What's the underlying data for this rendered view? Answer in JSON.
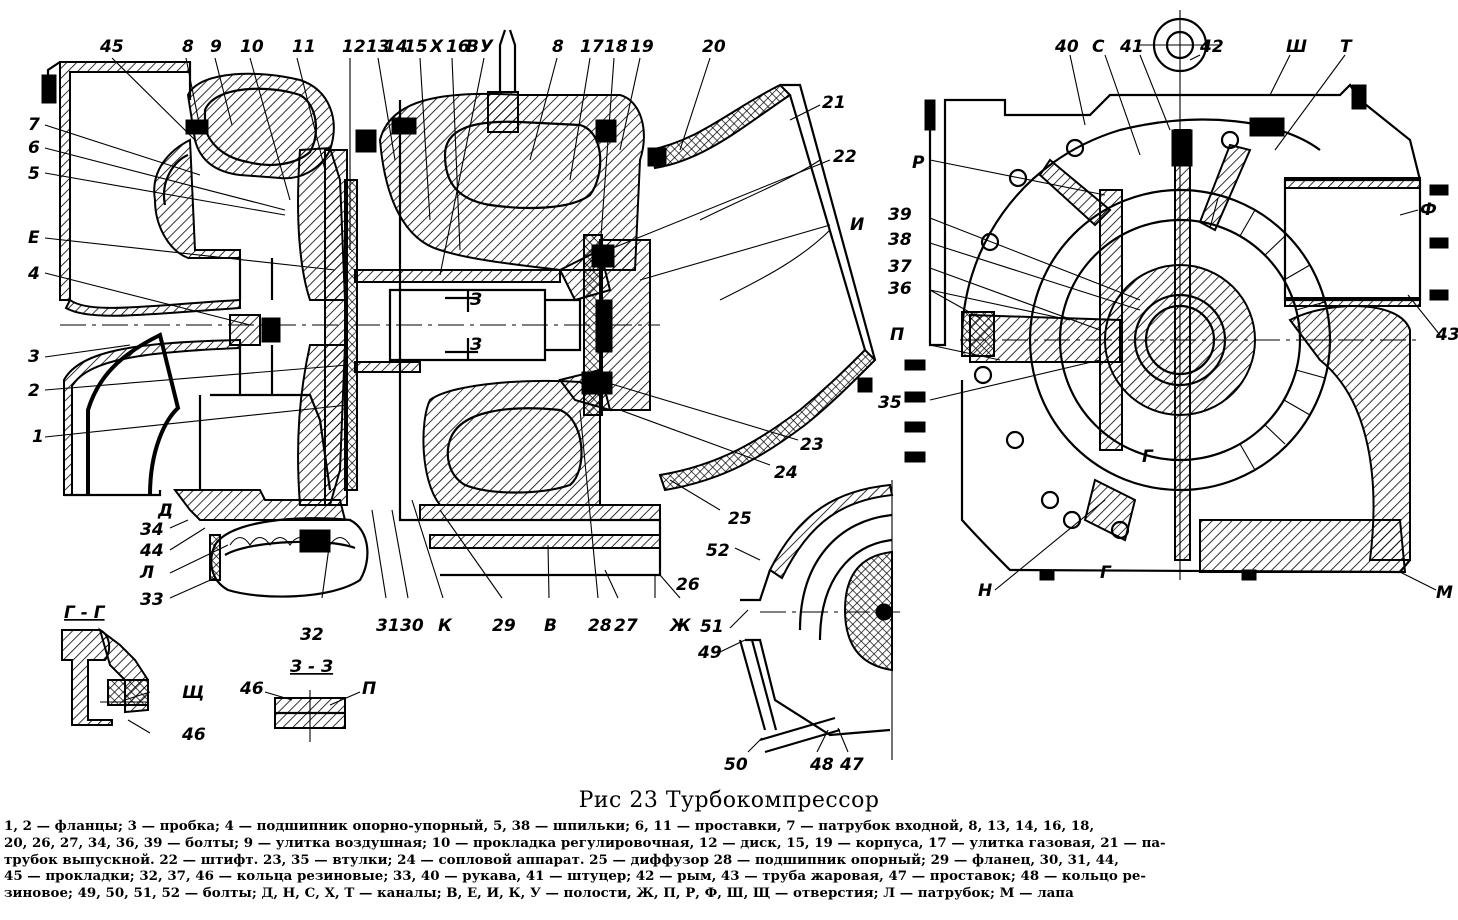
{
  "figure": {
    "title": "Рис 23 Турбокомпрессор",
    "legend_text": "1, 2 — фланцы; 3 — пробка; 4 — подшипник опорно-упорный, 5, 38 — шпильки; 6, 11 — проставки, 7 — патрубок входной, 8, 13, 14, 16, 18, 20, 26, 27, 34, 36, 39 — болты; 9 — улитка воздушная; 10 — прокладка регулировочная, 12 — диск, 15, 19 — корпуса, 17 — улитка газовая, 21 — патрубок выпускной, 22 — штифт, 23, 35 — втулки; 24 — сопловой аппарат. 25 — диффузор 28 — подшипник опорный; 29 — фланец, 30, 31, 44, 45 — прокладки; 32, 37, 46 — кольца резиновые; 33, 40 — рукава, 41 — штуцер; 42 — рым, 43 — труба жаровая, 47 — проставок; 48 — кольцо резиновое; 49, 50, 51, 52 — болты; Д, Н, С, Х, Т — каналы; В, Е, И, К, У — полости, Ж, П, Р, Ф, Ш, Щ — отверстия; Л — патрубок; М — лапа",
    "legend_lines": [
      "1, 2 — фланцы;  3 — пробка;  4 — подшипник  опорно-упорный,  5, 38 — шпильки;  6, 11 — проставки,  7 — патрубок  входной,  8, 13, 14, 16, 18,",
      "20, 26, 27, 34, 36, 39 — болты;  9 — улитка воздушная; 10 — прокладка регулировочная,  12 — диск,  15, 19 — корпуса,  17 — улитка газовая,  21 — па-",
      "трубок выпускной.  22 — штифт.  23, 35 — втулки;  24 — сопловой  аппарат.  25 — диффузор 28 — подшипник  опорный;  29 — фланец,  30, 31, 44,",
      "45 — прокладки;  32, 37, 46 — кольца резиновые;  33, 40 — рукава,  41 — штуцер;  42 — рым,  43 — труба жаровая,  47 — проставок;  48 — кольцо ре-",
      "зиновое;  49, 50, 51, 52 — болты;  Д, Н, С, Х, Т — каналы;  В, Е, И, К, У — полости,  Ж, П, Р, Ф, Ш, Щ — отверстия;  Л — патрубок;  М — лапа"
    ]
  },
  "callouts": {
    "main_view_top": [
      "45",
      "8",
      "9",
      "10",
      "11",
      "12",
      "13",
      "14",
      "15",
      "Х",
      "16",
      "В",
      "У",
      "8",
      "17",
      "18",
      "19",
      "20",
      "21"
    ],
    "main_view_left": [
      "7",
      "6",
      "5",
      "Е",
      "4",
      "3",
      "2",
      "1",
      "Д",
      "34",
      "44",
      "Л",
      "33"
    ],
    "main_view_bottom": [
      "32",
      "31",
      "30",
      "К",
      "29",
      "В",
      "28",
      "27",
      "Ж",
      "26",
      "25",
      "24",
      "23",
      "22",
      "И"
    ],
    "main_view_inner": [
      "З",
      "З"
    ],
    "side_view": [
      "40",
      "С",
      "41",
      "42",
      "Ш",
      "Т",
      "Р",
      "Ф",
      "39",
      "38",
      "37",
      "36",
      "П",
      "35",
      "43",
      "Н",
      "Г",
      "Г",
      "М"
    ],
    "diffuser_view": [
      "52",
      "51",
      "49",
      "50",
      "48",
      "47"
    ],
    "section_gg": {
      "title": "Г - Г",
      "labels": [
        "Щ",
        "46"
      ]
    },
    "section_zz": {
      "title": "З - З",
      "labels": [
        "46",
        "П"
      ]
    }
  }
}
